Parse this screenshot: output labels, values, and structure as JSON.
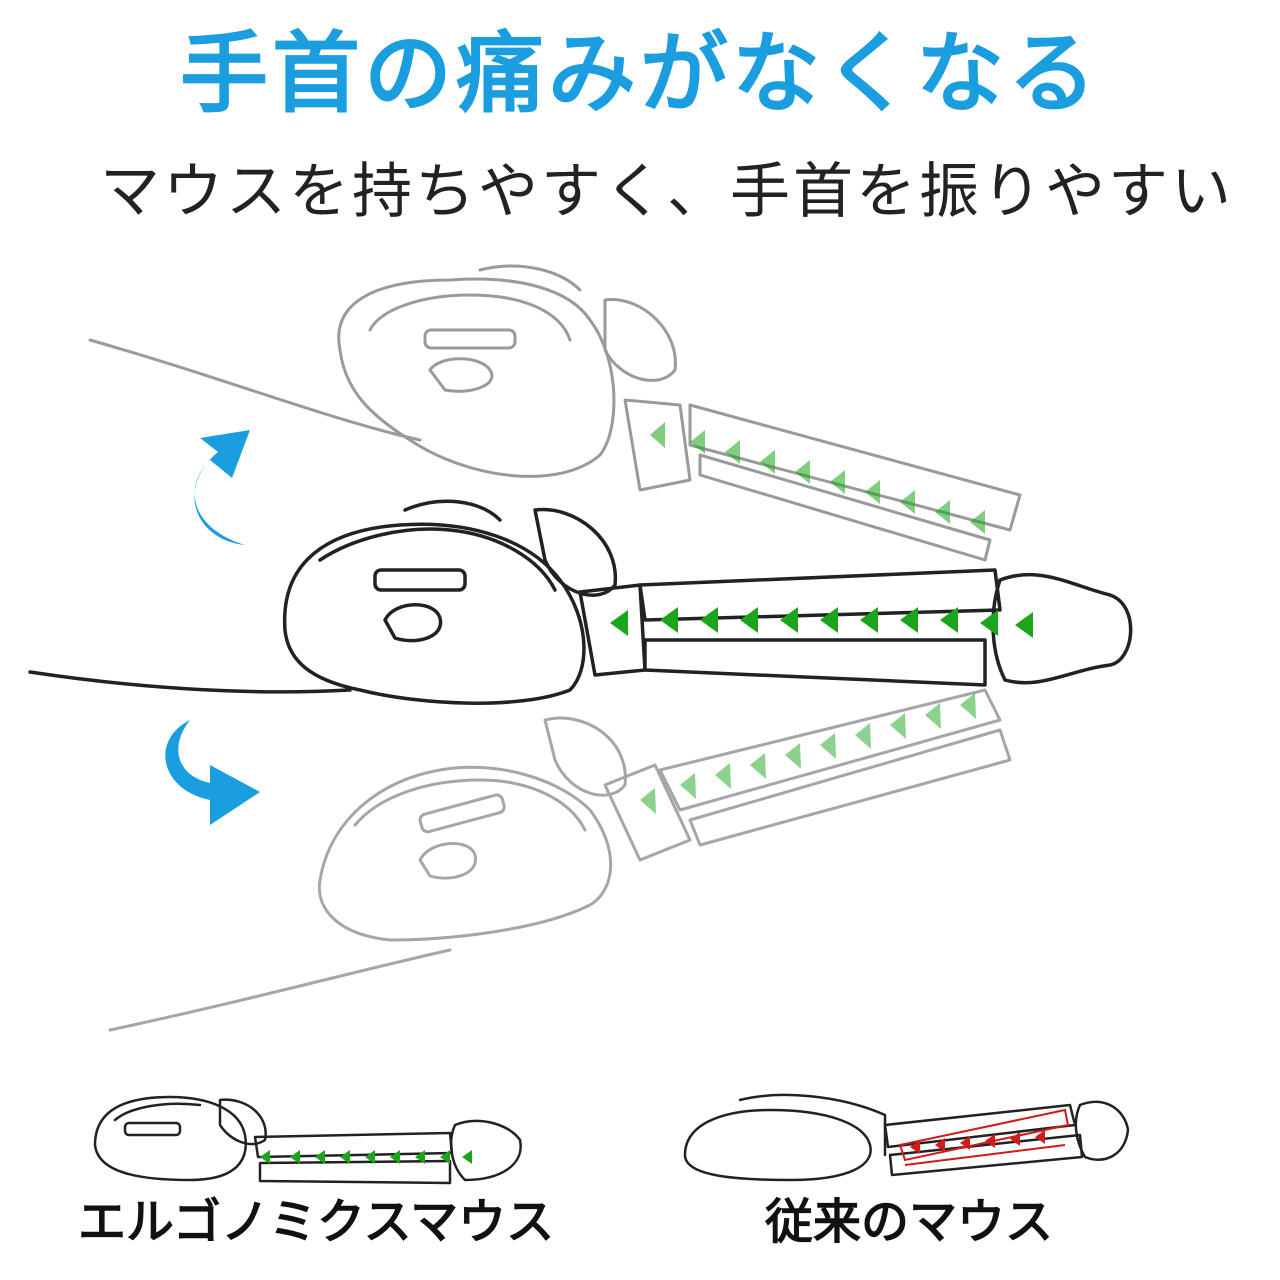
{
  "headline": "手首の痛みがなくなる",
  "subhead": "マウスを持ちやすく、手首を振りやすい",
  "captions": {
    "ergonomic": "エルゴノミクスマウス",
    "conventional": "従来のマウス"
  },
  "colors": {
    "headline": "#1a9ee0",
    "arrow": "#1a9ee0",
    "green": "#1aa51a",
    "red": "#d11a1a",
    "line": "#222222"
  }
}
